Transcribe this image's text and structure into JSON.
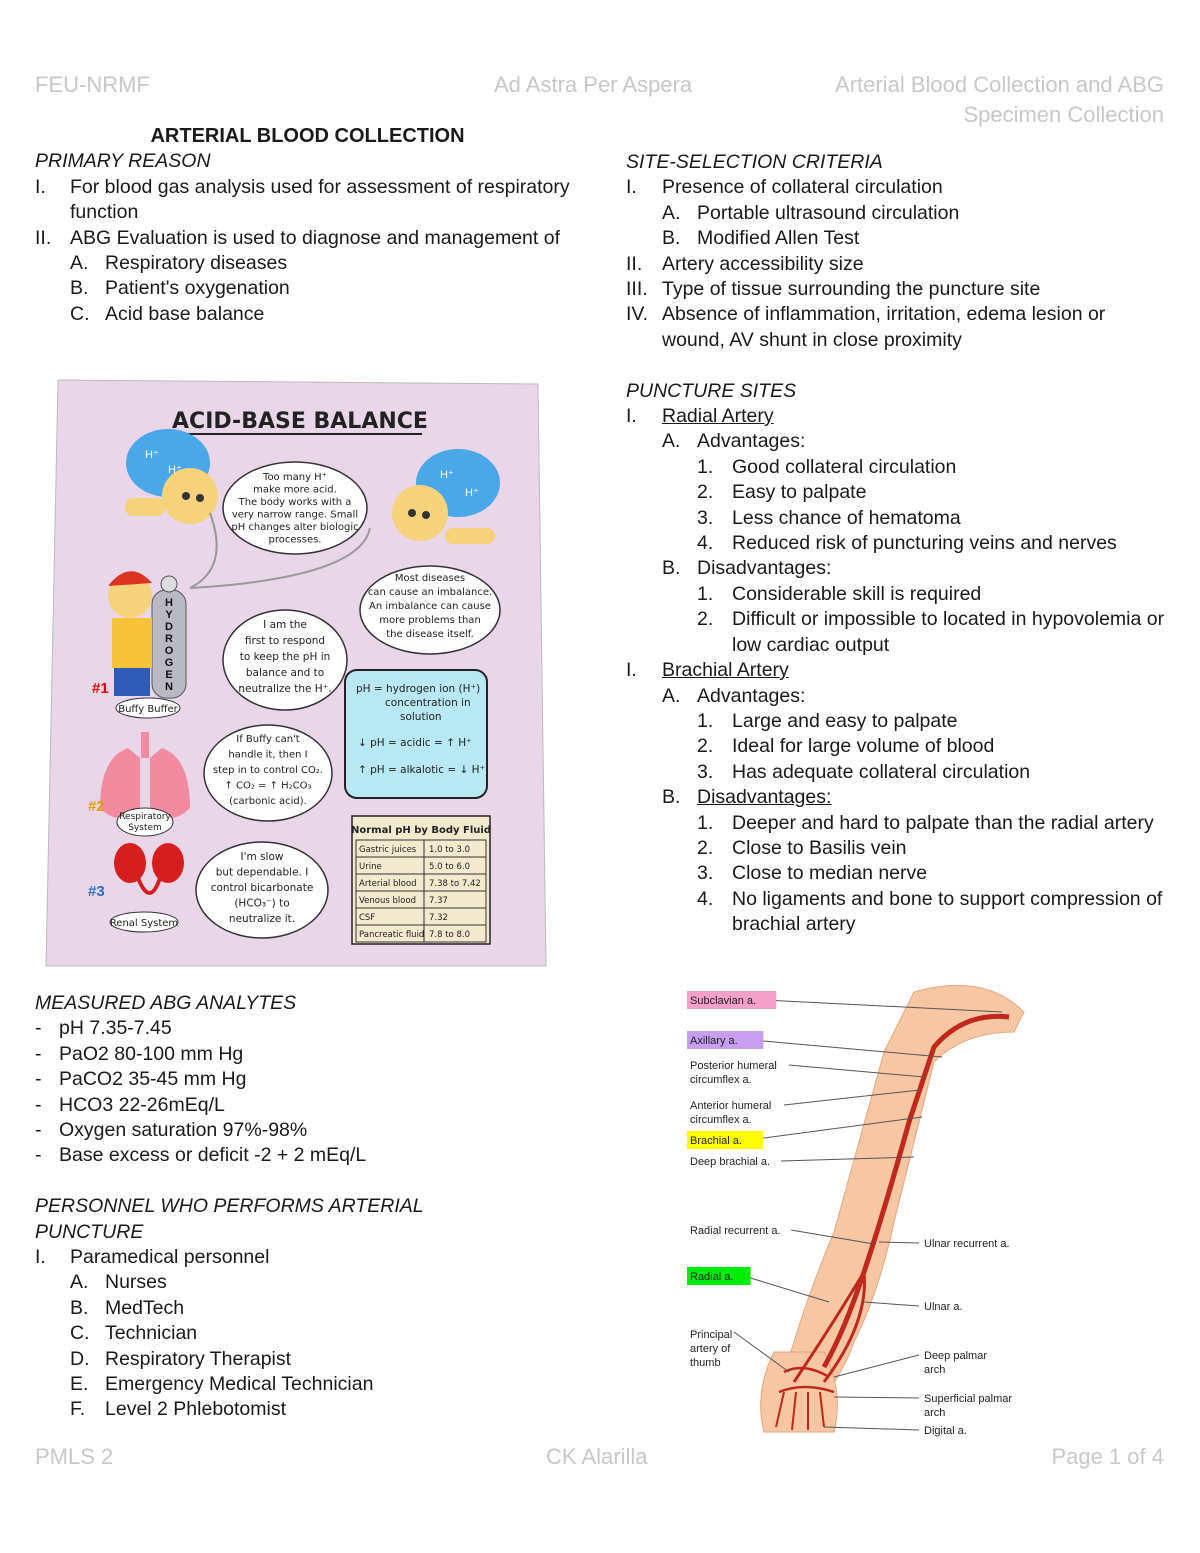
{
  "header": {
    "left": "FEU-NRMF",
    "center": "Ad Astra Per Aspera",
    "right_line1": "Arterial Blood Collection and ABG",
    "right_line2": "Specimen Collection"
  },
  "footer": {
    "left": "PMLS 2",
    "center": "CK Alarilla",
    "right": "Page 1 of 4"
  },
  "left": {
    "title": "ARTERIAL BLOOD COLLECTION",
    "primary_heading": "PRIMARY REASON",
    "primary": [
      {
        "m": "I.",
        "t": "For blood gas analysis used for assessment of respiratory function"
      },
      {
        "m": "II.",
        "t": "ABG Evaluation is used to diagnose and management of"
      }
    ],
    "primary_sub": [
      {
        "m": "A.",
        "t": "Respiratory diseases"
      },
      {
        "m": "B.",
        "t": "Patient's oxygenation"
      },
      {
        "m": "C.",
        "t": "Acid base balance"
      }
    ],
    "analytes_heading": "MEASURED ABG ANALYTES",
    "analytes": [
      "pH 7.35-7.45",
      "PaO2 80-100 mm Hg",
      "PaCO2 35-45 mm Hg",
      "HCO3 22-26mEq/L",
      "Oxygen saturation 97%-98%",
      "Base excess or deficit -2 + 2 mEq/L"
    ],
    "personnel_heading": "PERSONNEL WHO PERFORMS ARTERIAL PUNCTURE",
    "personnel_main": {
      "m": "I.",
      "t": "Paramedical personnel"
    },
    "personnel": [
      {
        "m": "A.",
        "t": "Nurses"
      },
      {
        "m": "B.",
        "t": "MedTech"
      },
      {
        "m": "C.",
        "t": "Technician"
      },
      {
        "m": "D.",
        "t": "Respiratory Therapist"
      },
      {
        "m": "E.",
        "t": "Emergency Medical Technician"
      },
      {
        "m": "F.",
        "t": "Level 2 Phlebotomist"
      }
    ]
  },
  "right": {
    "site_heading": "SITE-SELECTION CRITERIA",
    "site1": {
      "m": "I.",
      "t": "Presence of collateral circulation"
    },
    "site1_sub": [
      {
        "m": "A.",
        "t": "Portable ultrasound circulation"
      },
      {
        "m": "B.",
        "t": "Modified Allen Test"
      }
    ],
    "site_rest": [
      {
        "m": "II.",
        "t": "Artery accessibility size"
      },
      {
        "m": "III.",
        "t": "Type of tissue surrounding the puncture site"
      },
      {
        "m": "IV.",
        "t": "Absence of inflammation, irritation, edema lesion or wound, AV shunt in close proximity"
      }
    ],
    "puncture_heading": "PUNCTURE SITES",
    "radial_marker": "I.",
    "radial_title": "Radial Artery",
    "adv_label": "A.",
    "adv_text": "Advantages:",
    "radial_adv": [
      "Good collateral circulation",
      "Easy to palpate",
      "Less chance of hematoma",
      "Reduced risk of puncturing veins and nerves"
    ],
    "disadv_label": "B.",
    "disadv_text": "Disadvantages:",
    "radial_dis": [
      "Considerable skill is required",
      "Difficult or impossible to located in hypovolemia or low cardiac output"
    ],
    "brachial_marker": "I.",
    "brachial_title": "Brachial Artery",
    "brachial_adv": [
      "Large and easy to palpate",
      "Ideal for large volume of blood",
      "Has adequate collateral circulation"
    ],
    "brachial_dis": [
      "Deeper and hard to palpate than the radial artery",
      "Close to Basilis vein",
      "Close to median nerve",
      "No ligaments and bone to support compression of brachial artery"
    ]
  },
  "acid_base": {
    "title": "ACID-BASE BALANCE",
    "bubble1": [
      "Too many H⁺",
      "make more acid.",
      "The body works with a",
      "very narrow range. Small",
      "pH changes alter biologic",
      "processes."
    ],
    "bubble2": [
      "Most diseases",
      "can cause an imbalance.",
      "An imbalance can cause",
      "more problems than",
      "the disease itself."
    ],
    "bubble3": [
      "I am the",
      "first to respond",
      "to keep the pH in",
      "balance and to",
      "neutralize the H⁺."
    ],
    "bubble4": [
      "If Buffy can't",
      "handle it, then I",
      "step in to control CO₂.",
      "↑ CO₂ = ↑ H₂CO₃",
      "(carbonic acid)."
    ],
    "bubble5": [
      "I'm slow",
      "but dependable. I",
      "control bicarbonate",
      "(HCO₃⁻) to",
      "neutralize it."
    ],
    "box": [
      "pH = hydrogen ion (H⁺)",
      "concentration in",
      "solution",
      "↓ pH = acidic = ↑ H⁺",
      "↑ pH = alkalotic = ↓ H⁺"
    ],
    "tank_label": "HYDROGEN",
    "n1": "#1",
    "n2": "#2",
    "n3": "#3",
    "label1": "Buffy Buffer",
    "label2a": "Respiratory",
    "label2b": "System",
    "label3": "Renal System",
    "h_plus": "H⁺",
    "table_title": "Normal pH by Body Fluid",
    "table": [
      [
        "Gastric juices",
        "1.0 to 3.0"
      ],
      [
        "Urine",
        "5.0 to 6.0"
      ],
      [
        "Arterial blood",
        "7.38 to 7.42"
      ],
      [
        "Venous blood",
        "7.37"
      ],
      [
        "CSF",
        "7.32"
      ],
      [
        "Pancreatic fluid",
        "7.8 to 8.0"
      ]
    ]
  },
  "arm": {
    "labels": [
      {
        "id": "subclavian",
        "t": "Subclavian a.",
        "color": "#f4a0c8"
      },
      {
        "id": "axillary",
        "t": "Axillary a.",
        "color": "#c79ef0"
      },
      {
        "id": "posterior1",
        "t": "Posterior humeral"
      },
      {
        "id": "posterior2",
        "t": "circumflex a."
      },
      {
        "id": "anterior1",
        "t": "Anterior humeral"
      },
      {
        "id": "anterior2",
        "t": "circumflex a."
      },
      {
        "id": "brachial",
        "t": "Brachial a.",
        "color": "#ffff00"
      },
      {
        "id": "deep",
        "t": "Deep brachial a."
      },
      {
        "id": "radialrec",
        "t": "Radial recurrent a."
      },
      {
        "id": "radial",
        "t": "Radial a.",
        "color": "#00ee00"
      },
      {
        "id": "principal1",
        "t": "Principal"
      },
      {
        "id": "principal2",
        "t": "artery of"
      },
      {
        "id": "principal3",
        "t": "thumb"
      },
      {
        "id": "ulnarrec",
        "t": "Ulnar recurrent a."
      },
      {
        "id": "ulnar",
        "t": "Ulnar a."
      },
      {
        "id": "deeppalm1",
        "t": "Deep palmar"
      },
      {
        "id": "deeppalm2",
        "t": "arch"
      },
      {
        "id": "suppalm1",
        "t": "Superficial palmar"
      },
      {
        "id": "suppalm2",
        "t": "arch"
      },
      {
        "id": "digital",
        "t": "Digital a."
      }
    ]
  }
}
